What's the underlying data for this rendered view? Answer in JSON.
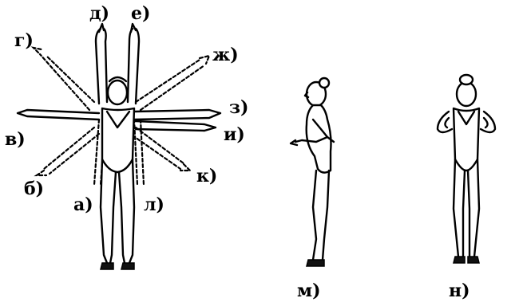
{
  "labels": {
    "a": "а)",
    "b": "б)",
    "v": "в)",
    "g": "г)",
    "d": "д)",
    "e": "е)",
    "zh": "ж)",
    "z": "з)",
    "i": "и)",
    "k": "к)",
    "l": "л)",
    "m": "м)",
    "n": "н)"
  }
}
